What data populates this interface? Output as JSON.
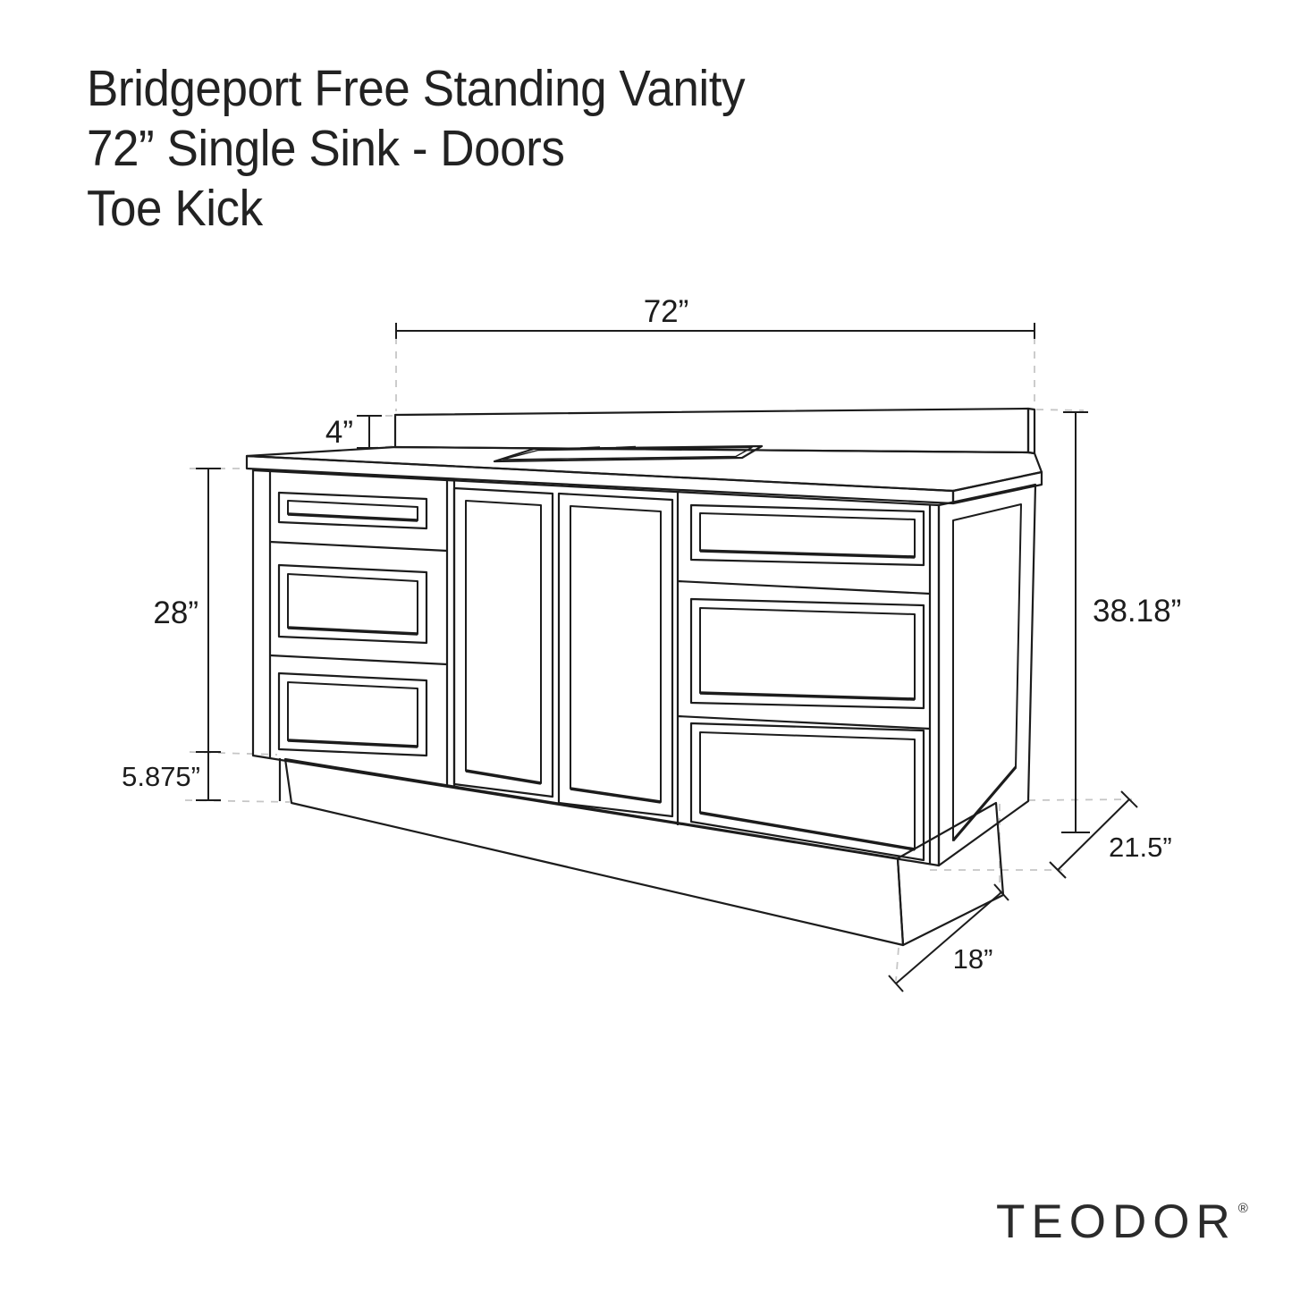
{
  "title": {
    "line1": "Bridgeport Free Standing Vanity",
    "line2": "72” Single Sink - Doors",
    "line3": "Toe Kick"
  },
  "dimensions": {
    "width": {
      "label": "72”",
      "value": 72,
      "unit": "in"
    },
    "backsplash_height": {
      "label": "4”",
      "value": 4,
      "unit": "in"
    },
    "cabinet_height": {
      "label": "28”",
      "value": 28,
      "unit": "in"
    },
    "toe_kick_height": {
      "label": "5.875”",
      "value": 5.875,
      "unit": "in"
    },
    "total_height": {
      "label": "38.18”",
      "value": 38.18,
      "unit": "in"
    },
    "depth": {
      "label": "21.5”",
      "value": 21.5,
      "unit": "in"
    },
    "toe_kick_depth": {
      "label": "18”",
      "value": 18,
      "unit": "in"
    }
  },
  "logo": {
    "brand": "TEODOR",
    "registered": "®"
  }
}
